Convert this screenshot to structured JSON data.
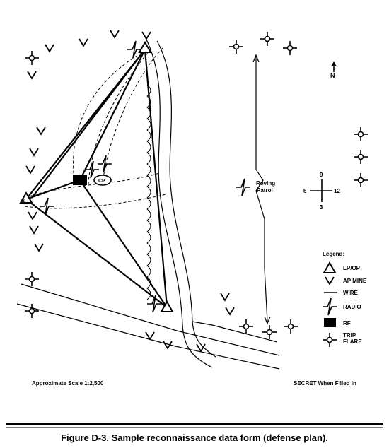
{
  "north_label": "N",
  "cp_label": "CP",
  "lp_marker_label": "2",
  "patrol_label": [
    "Roving",
    "Patrol"
  ],
  "clock_labels": {
    "top": "9",
    "left": "6",
    "right": "12",
    "bottom": "3"
  },
  "legend": {
    "title": "Legend:",
    "items": [
      {
        "symbol": "lp-op",
        "label": "LP/OP"
      },
      {
        "symbol": "ap-mine",
        "label": "AP MINE"
      },
      {
        "symbol": "wire",
        "label": "WIRE"
      },
      {
        "symbol": "radio",
        "label": "RADIO"
      },
      {
        "symbol": "rf",
        "label": "RF"
      },
      {
        "symbol": "trip-flare",
        "label": "TRIP FLARE"
      }
    ]
  },
  "scale_text": "Approximate Scale 1:2,500",
  "classification_text": "SECRET When Filled In",
  "caption": "Figure D-3.  Sample reconnaissance data form (defense plan)."
}
